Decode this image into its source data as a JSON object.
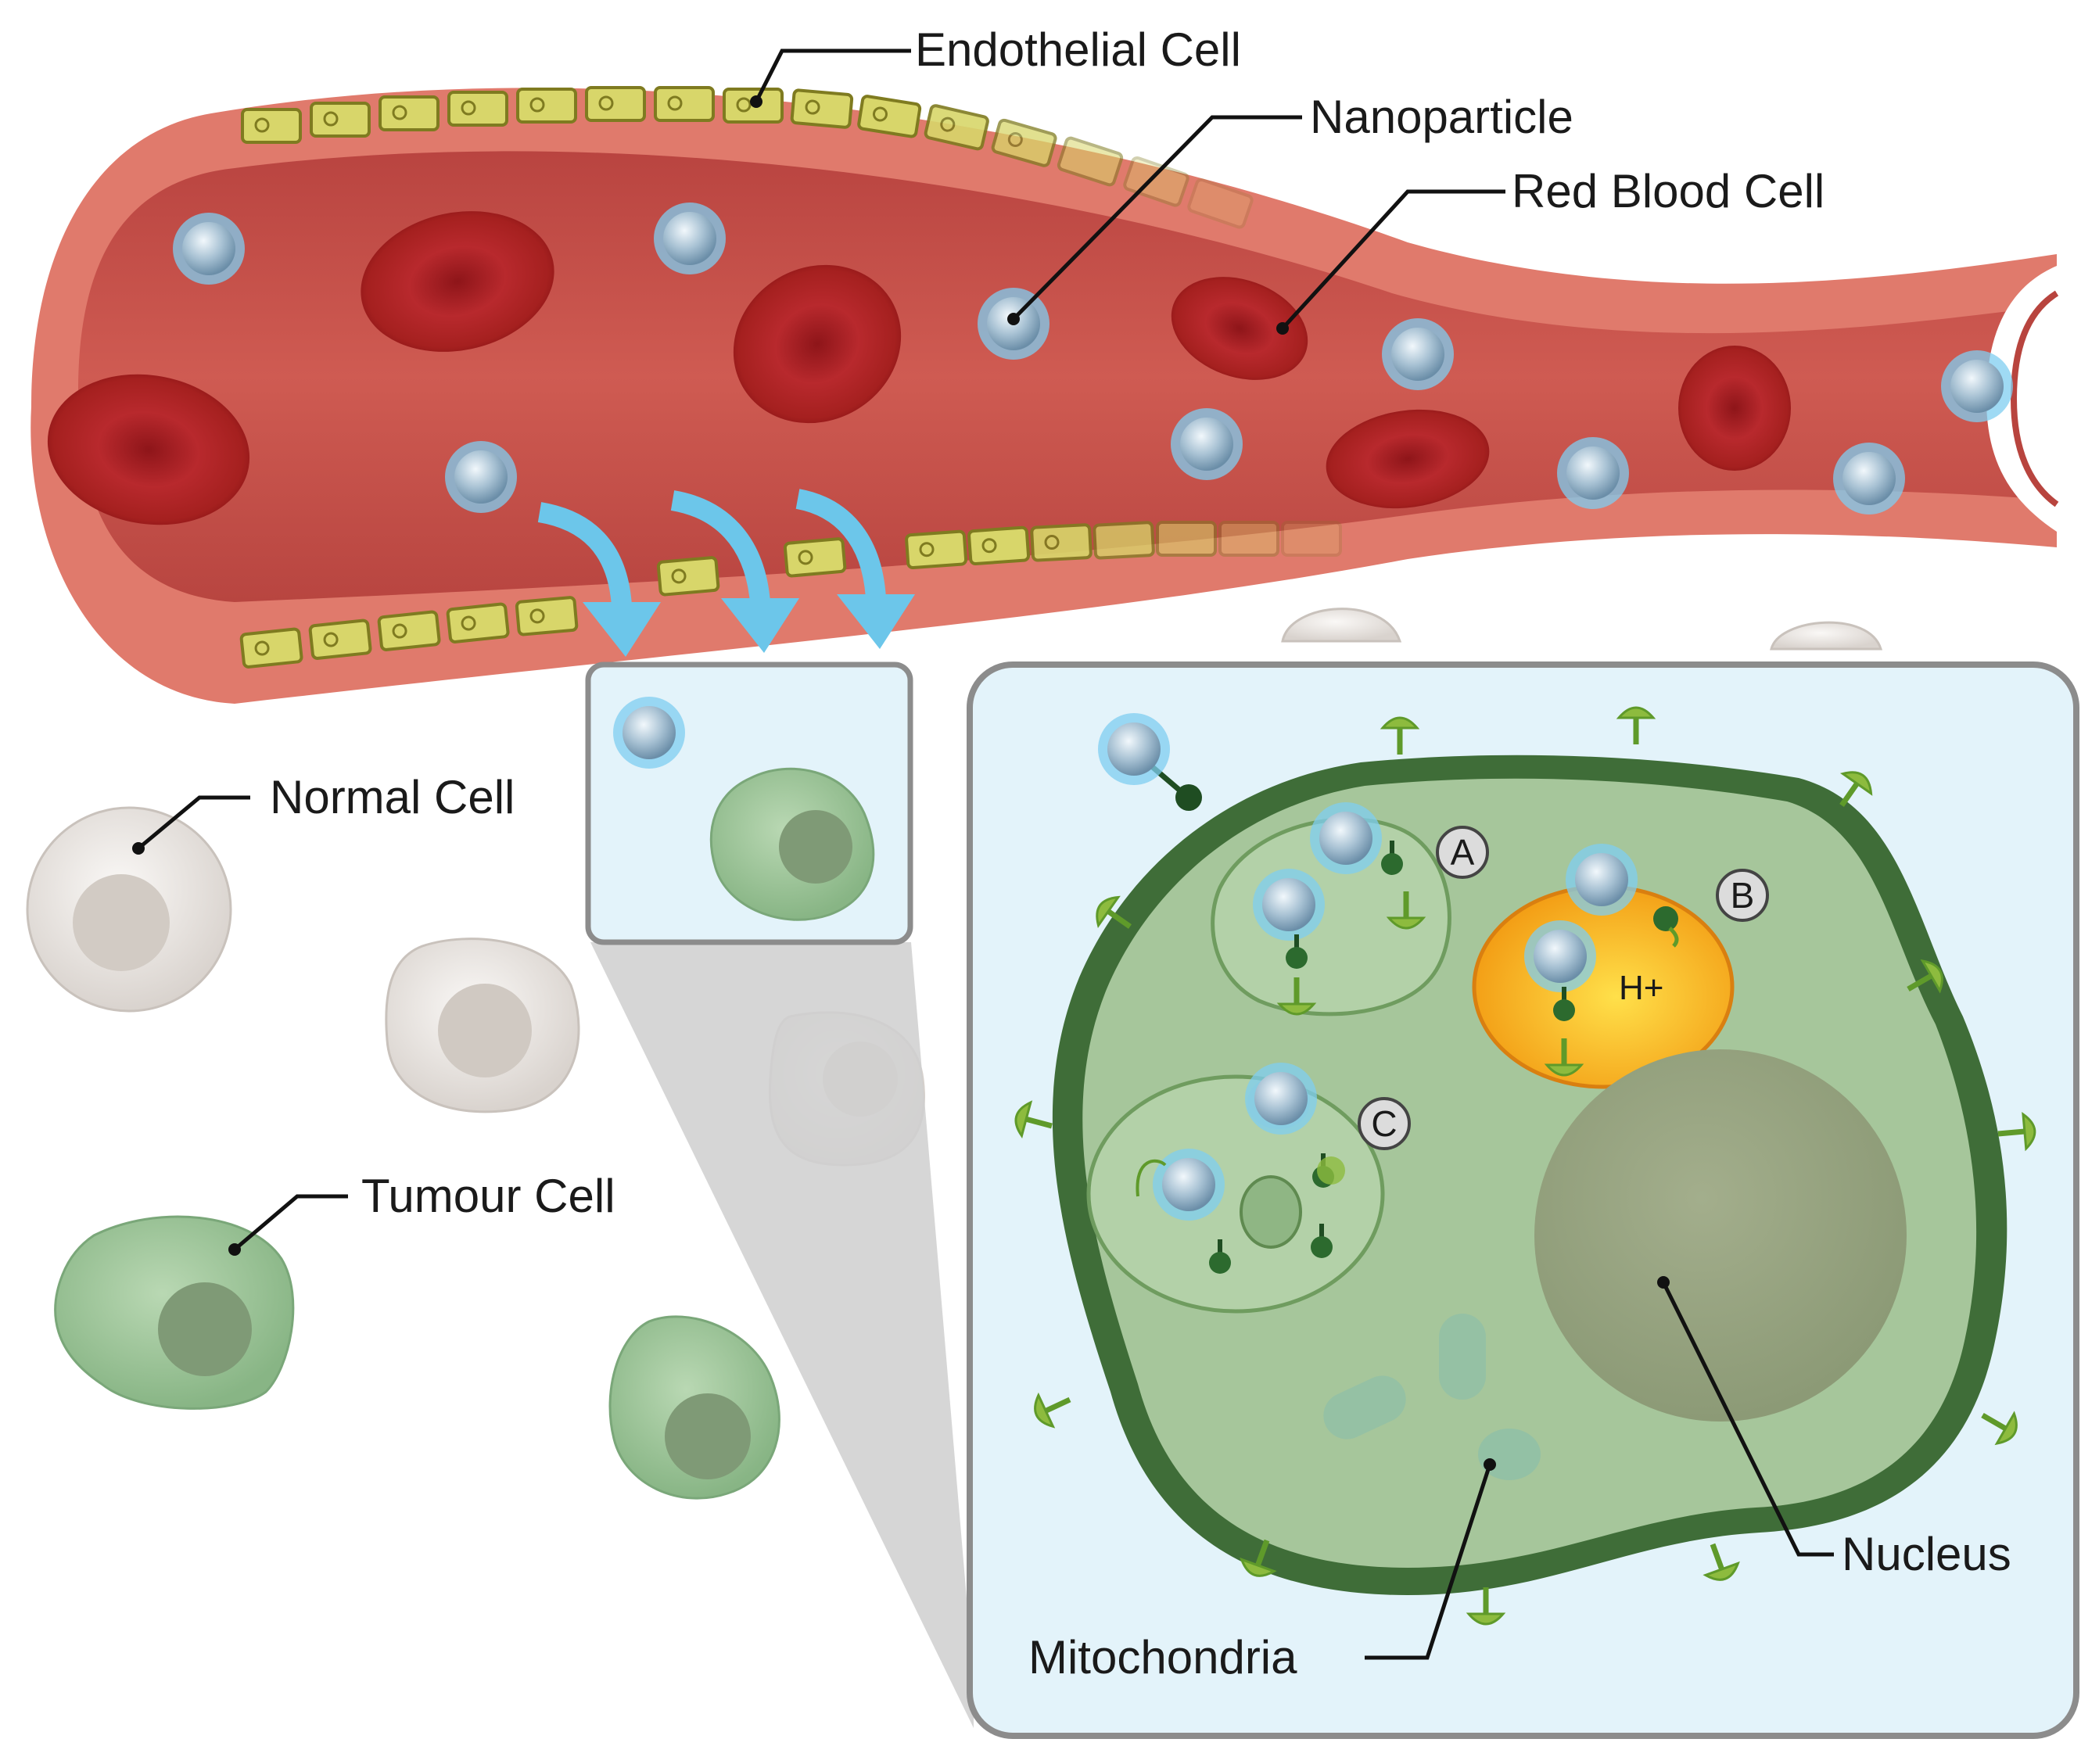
{
  "labels": {
    "endothelial_cell": "Endothelial Cell",
    "nanoparticle": "Nanoparticle",
    "red_blood_cell": "Red Blood Cell",
    "normal_cell": "Normal Cell",
    "tumour_cell": "Tumour Cell",
    "mitochondria": "Mitochondria",
    "nucleus": "Nucleus"
  },
  "pathway_markers": {
    "a": "A",
    "b": "B",
    "c": "C"
  },
  "proton_label": "H+",
  "colors": {
    "vessel_wall": "#e07a6c",
    "vessel_lumen": "#c8504a",
    "red_blood_cell": "#b3262a",
    "endothelial_cell": "#d8d66a",
    "nanoparticle_core": "#a9c4d6",
    "nanoparticle_shell": "#6ec3e8",
    "tumour_cell": "#9cc59a",
    "tumour_membrane": "#3f6d38",
    "normal_cell": "#e4e0dc",
    "inset_background": "#e3f3fa",
    "arrow": "#6cc6ea",
    "acidic_vesicle": "#f2b21c"
  }
}
